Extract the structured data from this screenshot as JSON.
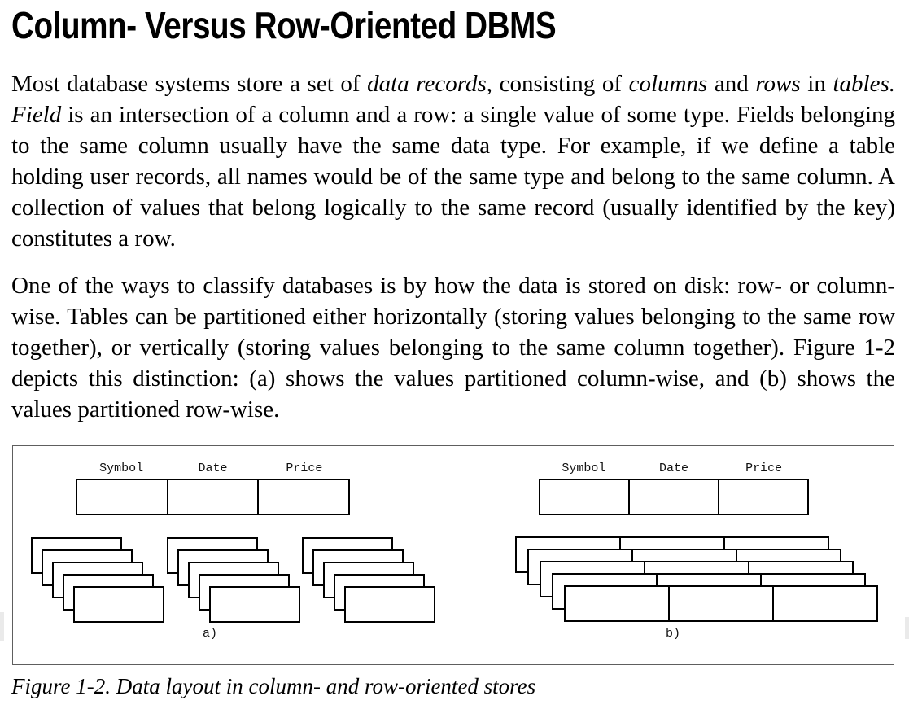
{
  "colors": {
    "background": "#ffffff",
    "text": "#000000",
    "figure_border": "#5e5e5e",
    "shape_border": "#000000",
    "edge_mark": "#eaeaea"
  },
  "heading": "Column- Versus Row-Oriented DBMS",
  "paragraphs": [
    {
      "name": "intro",
      "segments": [
        {
          "t": "Most database systems store a set of "
        },
        {
          "t": "data records",
          "i": true
        },
        {
          "t": ", consisting of "
        },
        {
          "t": "columns",
          "i": true
        },
        {
          "t": " and "
        },
        {
          "t": "rows",
          "i": true
        },
        {
          "t": " in "
        },
        {
          "t": "tables.",
          "i": true
        },
        {
          "t": " "
        },
        {
          "t": "Field",
          "i": true
        },
        {
          "t": " is an intersection of a column and a row: a single value of some type. Fields belonging to the same column usually have the same data type. For example, if we define a table holding user records, all names would be of the same type and belong to the same column. A collection of values that belong logically to the same record (usually identified by the key) constitutes a row."
        }
      ]
    },
    {
      "name": "classification",
      "segments": [
        {
          "t": "One of the ways to classify databases is by how the data is stored on disk: row- or column-wise. Tables can be partitioned either horizontally (storing values belonging to the same row together), or vertically (storing values belonging to the same column together). Figure 1-2 depicts this distinction: (a) shows the values partitioned column-wise, and (b) shows the values partitioned row-wise."
        }
      ]
    }
  ],
  "figure": {
    "caption": "Figure 1-2. Data layout in column- and row-oriented stores",
    "panels": [
      {
        "label": "a)",
        "layout": "column-wise",
        "columns": [
          "Symbol",
          "Date",
          "Price"
        ],
        "stacks": 3,
        "layers": 5
      },
      {
        "label": "b)",
        "layout": "row-wise",
        "columns": [
          "Symbol",
          "Date",
          "Price"
        ],
        "stacks": 1,
        "layers": 5
      }
    ]
  }
}
